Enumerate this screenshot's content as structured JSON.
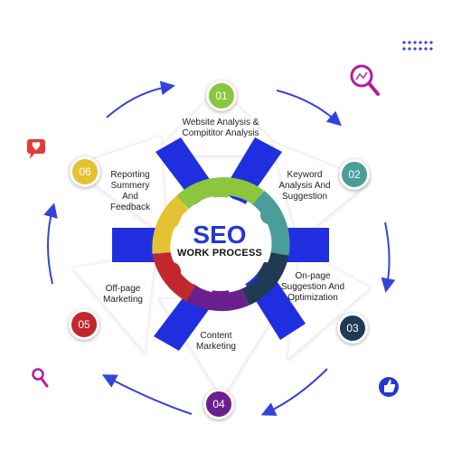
{
  "center": {
    "title": "SEO",
    "subtitle": "WORK PROCESS"
  },
  "steps": [
    {
      "number": "01",
      "label": "Website Analysis & Compititor Analysis",
      "color": "#8cc63f"
    },
    {
      "number": "02",
      "label": "Keyword Analysis And Suggestion",
      "color": "#4a9e9a"
    },
    {
      "number": "03",
      "label": "On-page Suggestion And Optimization",
      "color": "#1f3a52"
    },
    {
      "number": "04",
      "label": "Content Marketing",
      "color": "#6b1f8c"
    },
    {
      "number": "05",
      "label": "Off-page Marketing",
      "color": "#c1272d"
    },
    {
      "number": "06",
      "label": "Reporting Summery And Feedback",
      "color": "#e5c233"
    }
  ],
  "colors": {
    "spoke": "#1f2fe0",
    "arrow": "#3344d8",
    "accent_magenta": "#b51aa0"
  },
  "icons": [
    "search-chart-icon",
    "like-chat-icon",
    "search-icon",
    "thumbs-up-icon",
    "dot-grid-icon"
  ]
}
